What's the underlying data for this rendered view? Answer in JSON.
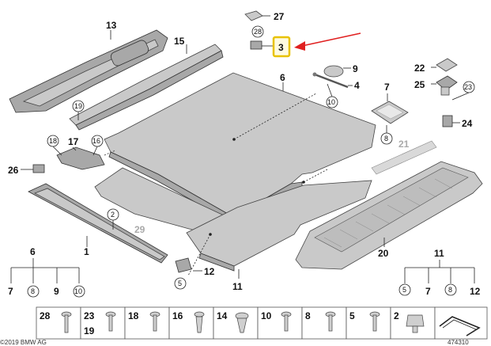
{
  "callouts": {
    "c13": "13",
    "c15": "15",
    "c27": "27",
    "c28": "28",
    "c3": "3",
    "c9": "9",
    "c6": "6",
    "c4": "4",
    "c10": "10",
    "c19": "19",
    "c7": "7",
    "c8": "8",
    "c22": "22",
    "c25": "25",
    "c23": "23",
    "c24": "24",
    "c18": "18",
    "c17": "17",
    "c16": "16",
    "c21": "21",
    "c26": "26",
    "c2": "2",
    "c29": "29",
    "c1": "1",
    "c5": "5",
    "c12": "12",
    "c11": "11",
    "c20": "20"
  },
  "group_left": {
    "title": "6",
    "items": [
      "7",
      "8",
      "9",
      "10"
    ]
  },
  "group_right": {
    "title": "11",
    "items": [
      "5",
      "7",
      "8",
      "12"
    ]
  },
  "fasteners": [
    "28",
    "23",
    "19",
    "18",
    "16",
    "14",
    "10",
    "8",
    "5",
    "2"
  ],
  "footer": {
    "copyright": "©2019 BMW AG",
    "ref": "474310"
  },
  "colors": {
    "highlight": "#e8c200",
    "arrow": "#e02020"
  }
}
